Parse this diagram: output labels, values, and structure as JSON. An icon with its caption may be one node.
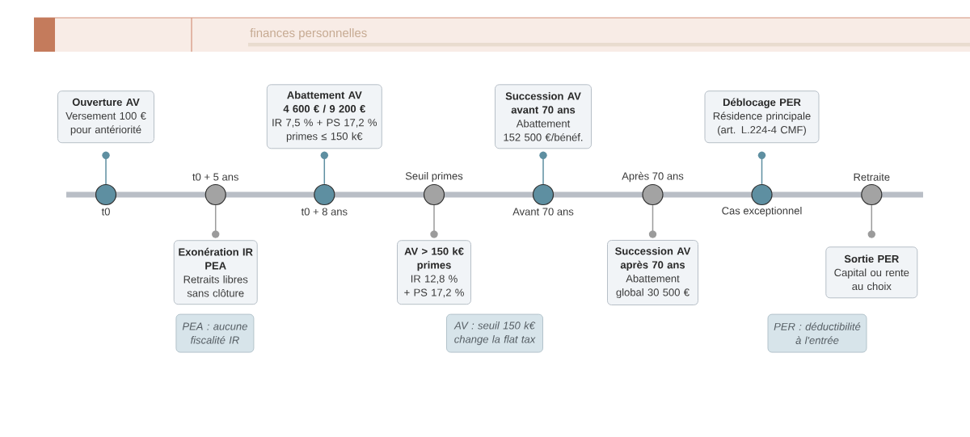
{
  "diagram": {
    "nodes": [
      {
        "text": [
          "Ouverture AV",
          "Versement 100 € pour antériorité"
        ]
      },
      {
        "text": [
          "Abattement AV 4 600 € / 9 200 €",
          "IR 7,5 % + PS 17,2 % primes ≤ 150 k€"
        ]
      },
      {
        "text": [
          "Succession AV avant 70 ans",
          "Abattement 152 500 €/bénéf."
        ]
      },
      {
        "text": [
          "Déblocage PER",
          "Résidence principale (art. L.224-4 CMF)"
        ]
      },
      {
        "text": [],
        "shape": "circle",
        "beside": [
          "t0"
        ]
      },
      {
        "text": [],
        "shape": "circle",
        "beside": [
          "t0 + 5 ans"
        ]
      },
      {
        "text": [],
        "shape": "circle",
        "beside": [
          "t0 + 8 ans"
        ]
      },
      {
        "text": [],
        "shape": "circle",
        "beside": [
          "Seuil primes"
        ]
      },
      {
        "text": [],
        "shape": "circle",
        "beside": [
          "Avant 70 ans"
        ]
      },
      {
        "text": [],
        "shape": "circle",
        "beside": [
          "Après 70 ans"
        ]
      },
      {
        "text": [],
        "shape": "circle",
        "beside": [
          "Cas exceptionnel"
        ]
      },
      {
        "text": [],
        "shape": "circle",
        "beside": [
          "Retraite"
        ]
      },
      {
        "text": [
          "Exonération IR PEA",
          "Retraits libres sans clôture"
        ]
      },
      {
        "text": [
          "AV > 150 k€ primes",
          "IR 12,8 % + PS 17,2 %"
        ]
      },
      {
        "text": [
          "Succession AV après 70 ans",
          "Abattement global 30 500 €"
        ]
      },
      {
        "text": [
          "Sortie PER",
          "Capital ou rente au choix"
        ]
      },
      {
        "text": [
          "PEA : aucune fiscalité IR"
        ]
      },
      {
        "text": [
          "AV : seuil 150 k€ change la flat tax"
        ]
      },
      {
        "text": [
          "PER : déductibilité à l'entrée"
        ]
      }
    ],
    "edges": [
      {
        "from": 4,
        "to": 0,
        "arrow": "other",
        "color": "#5e8fa1"
      },
      {
        "from": 6,
        "to": 1,
        "arrow": "other",
        "color": "#5e8fa1"
      },
      {
        "from": 8,
        "to": 2,
        "arrow": "other",
        "color": "#5e8fa1"
      },
      {
        "from": 10,
        "to": 3,
        "arrow": "other",
        "color": "#5e8fa1"
      },
      {
        "from": 5,
        "to": 12,
        "arrow": "other",
        "color": "#9b9b9b"
      },
      {
        "from": 7,
        "to": 13,
        "arrow": "other",
        "color": "#9b9b9b"
      },
      {
        "from": 9,
        "to": 14,
        "arrow": "other",
        "color": "#9b9b9b"
      },
      {
        "from": 11,
        "to": 15,
        "arrow": "other",
        "color": "#9b9b9b"
      }
    ],
    "labels": [
      "finances personnelles"
    ]
  }
}
